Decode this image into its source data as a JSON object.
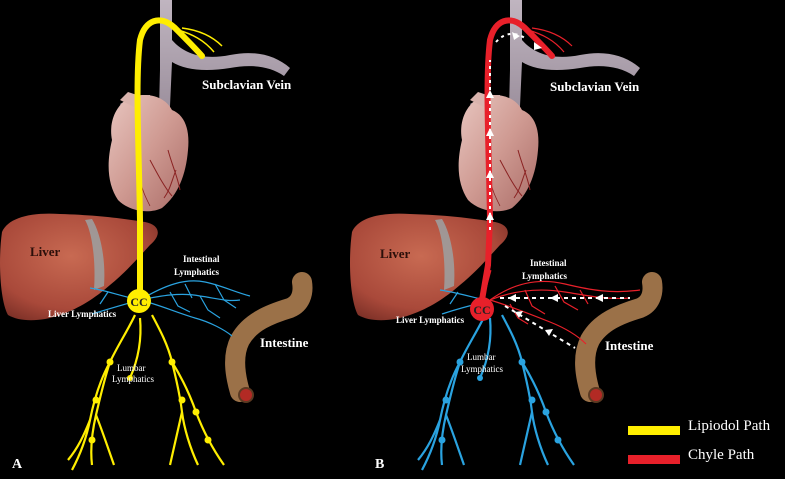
{
  "panels": [
    {
      "letter": "A",
      "labels": {
        "subclavian": "Subclavian Vein",
        "liver": "Liver",
        "intestinal": [
          "Intestinal",
          "Lymphatics"
        ],
        "cc": "CC",
        "liver_lymphatics": "Liver Lymphatics",
        "lumbar": [
          "Lumbar",
          "Lymphatics"
        ],
        "intestine": "Intestine"
      }
    },
    {
      "letter": "B",
      "labels": {
        "subclavian": "Subclavian Vein",
        "liver": "Liver",
        "intestinal": [
          "Intestinal",
          "Lymphatics"
        ],
        "cc": "CC",
        "liver_lymphatics": "Liver Lymphatics",
        "lumbar": [
          "Lumbar",
          "Lymphatics"
        ],
        "intestine": "Intestine"
      }
    }
  ],
  "legend": [
    {
      "label": "Lipiodol Path",
      "color": "#ffee00"
    },
    {
      "label": "Chyle Path",
      "color": "#e8202a"
    }
  ],
  "colors": {
    "background": "#000000",
    "lipiodol": "#ffee00",
    "chyle": "#e8202a",
    "lymph": "#2aa3e0",
    "vein": "#a89aa8",
    "liver": "#b5543f",
    "intestine": "#9b7148",
    "heart": "#c98f8a"
  }
}
